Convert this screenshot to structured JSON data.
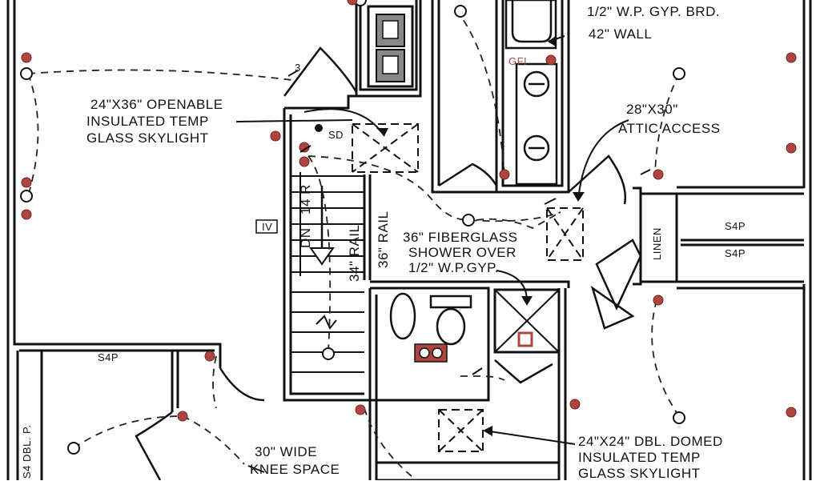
{
  "colors": {
    "ink": "#111111",
    "device": "#b0453f",
    "circuit": "#222222",
    "paper": "#ffffff"
  },
  "labels": {
    "wp_gyp_brd": "1/2\" W.P. GYP. BRD.",
    "wall_42": "42\" WALL",
    "gfi": "GFI",
    "skylight_24x36_line1": "24\"X36\" OPENABLE",
    "skylight_24x36_line2": "INSULATED TEMP",
    "skylight_24x36_line3": "GLASS SKYLIGHT",
    "sd": "SD",
    "attic_line1": "28\"X30\"",
    "attic_line2": "ATTIC ACCESS",
    "iv": "IV",
    "stair_dn": "DN",
    "stair_count": "14 R",
    "rail_34": "34\" RAIL",
    "rail_36": "36\" RAIL",
    "shower_line1": "36\" FIBERGLASS",
    "shower_line2": "SHOWER OVER",
    "shower_line3": "1/2\" W.P.GYP.",
    "linen": "LINEN",
    "sp_right_1": "S4P",
    "sp_right_2": "S4P",
    "sp_left": "S4P",
    "dbl_p": "S4 DBL. P.",
    "skylight_24x24_line1": "24\"x24\" DBL. DOMED",
    "skylight_24x24_line2": "INSULATED TEMP",
    "skylight_24x24_line3": "GLASS SKYLIGHT",
    "knee_line1": "30\" WIDE",
    "knee_line2": "KNEE SPACE",
    "switch_3": "3"
  },
  "icons": [
    "smoke-detector-icon",
    "ceiling-light-icon",
    "outlet-icon",
    "switch-icon",
    "skylight-icon",
    "toilet-icon",
    "bathtub-icon",
    "sink-icon",
    "exhaust-fan-icon",
    "stair-arrow-icon"
  ]
}
